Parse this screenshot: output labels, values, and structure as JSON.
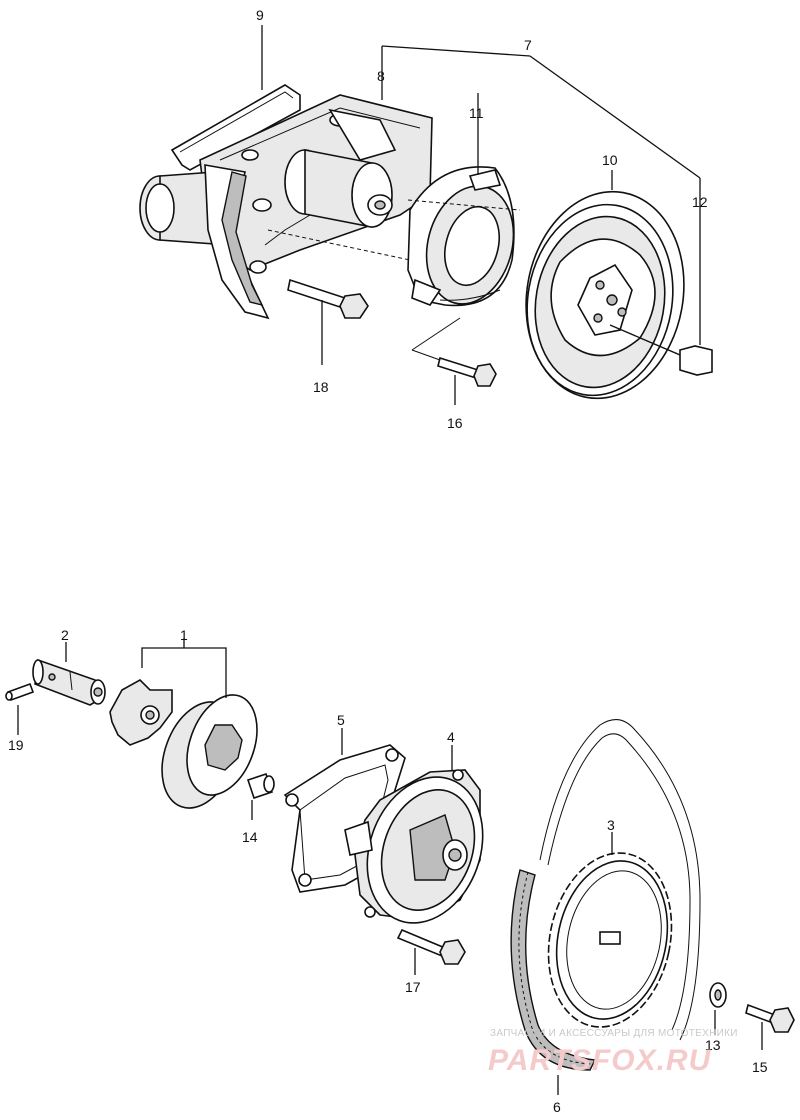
{
  "callouts": {
    "n1": "1",
    "n2": "2",
    "n3": "3",
    "n4": "4",
    "n5": "5",
    "n6": "6",
    "n7": "7",
    "n8": "8",
    "n9": "9",
    "n10": "10",
    "n11": "11",
    "n12": "12",
    "n13": "13",
    "n14": "14",
    "n15": "15",
    "n16": "16",
    "n17": "17",
    "n18": "18",
    "n19": "19"
  },
  "watermark": {
    "caption": "ЗАПЧАСТИ И АКСЕССУАРЫ ДЛЯ МОТОТЕХНИКИ",
    "site": "PARTSFOX.RU"
  }
}
